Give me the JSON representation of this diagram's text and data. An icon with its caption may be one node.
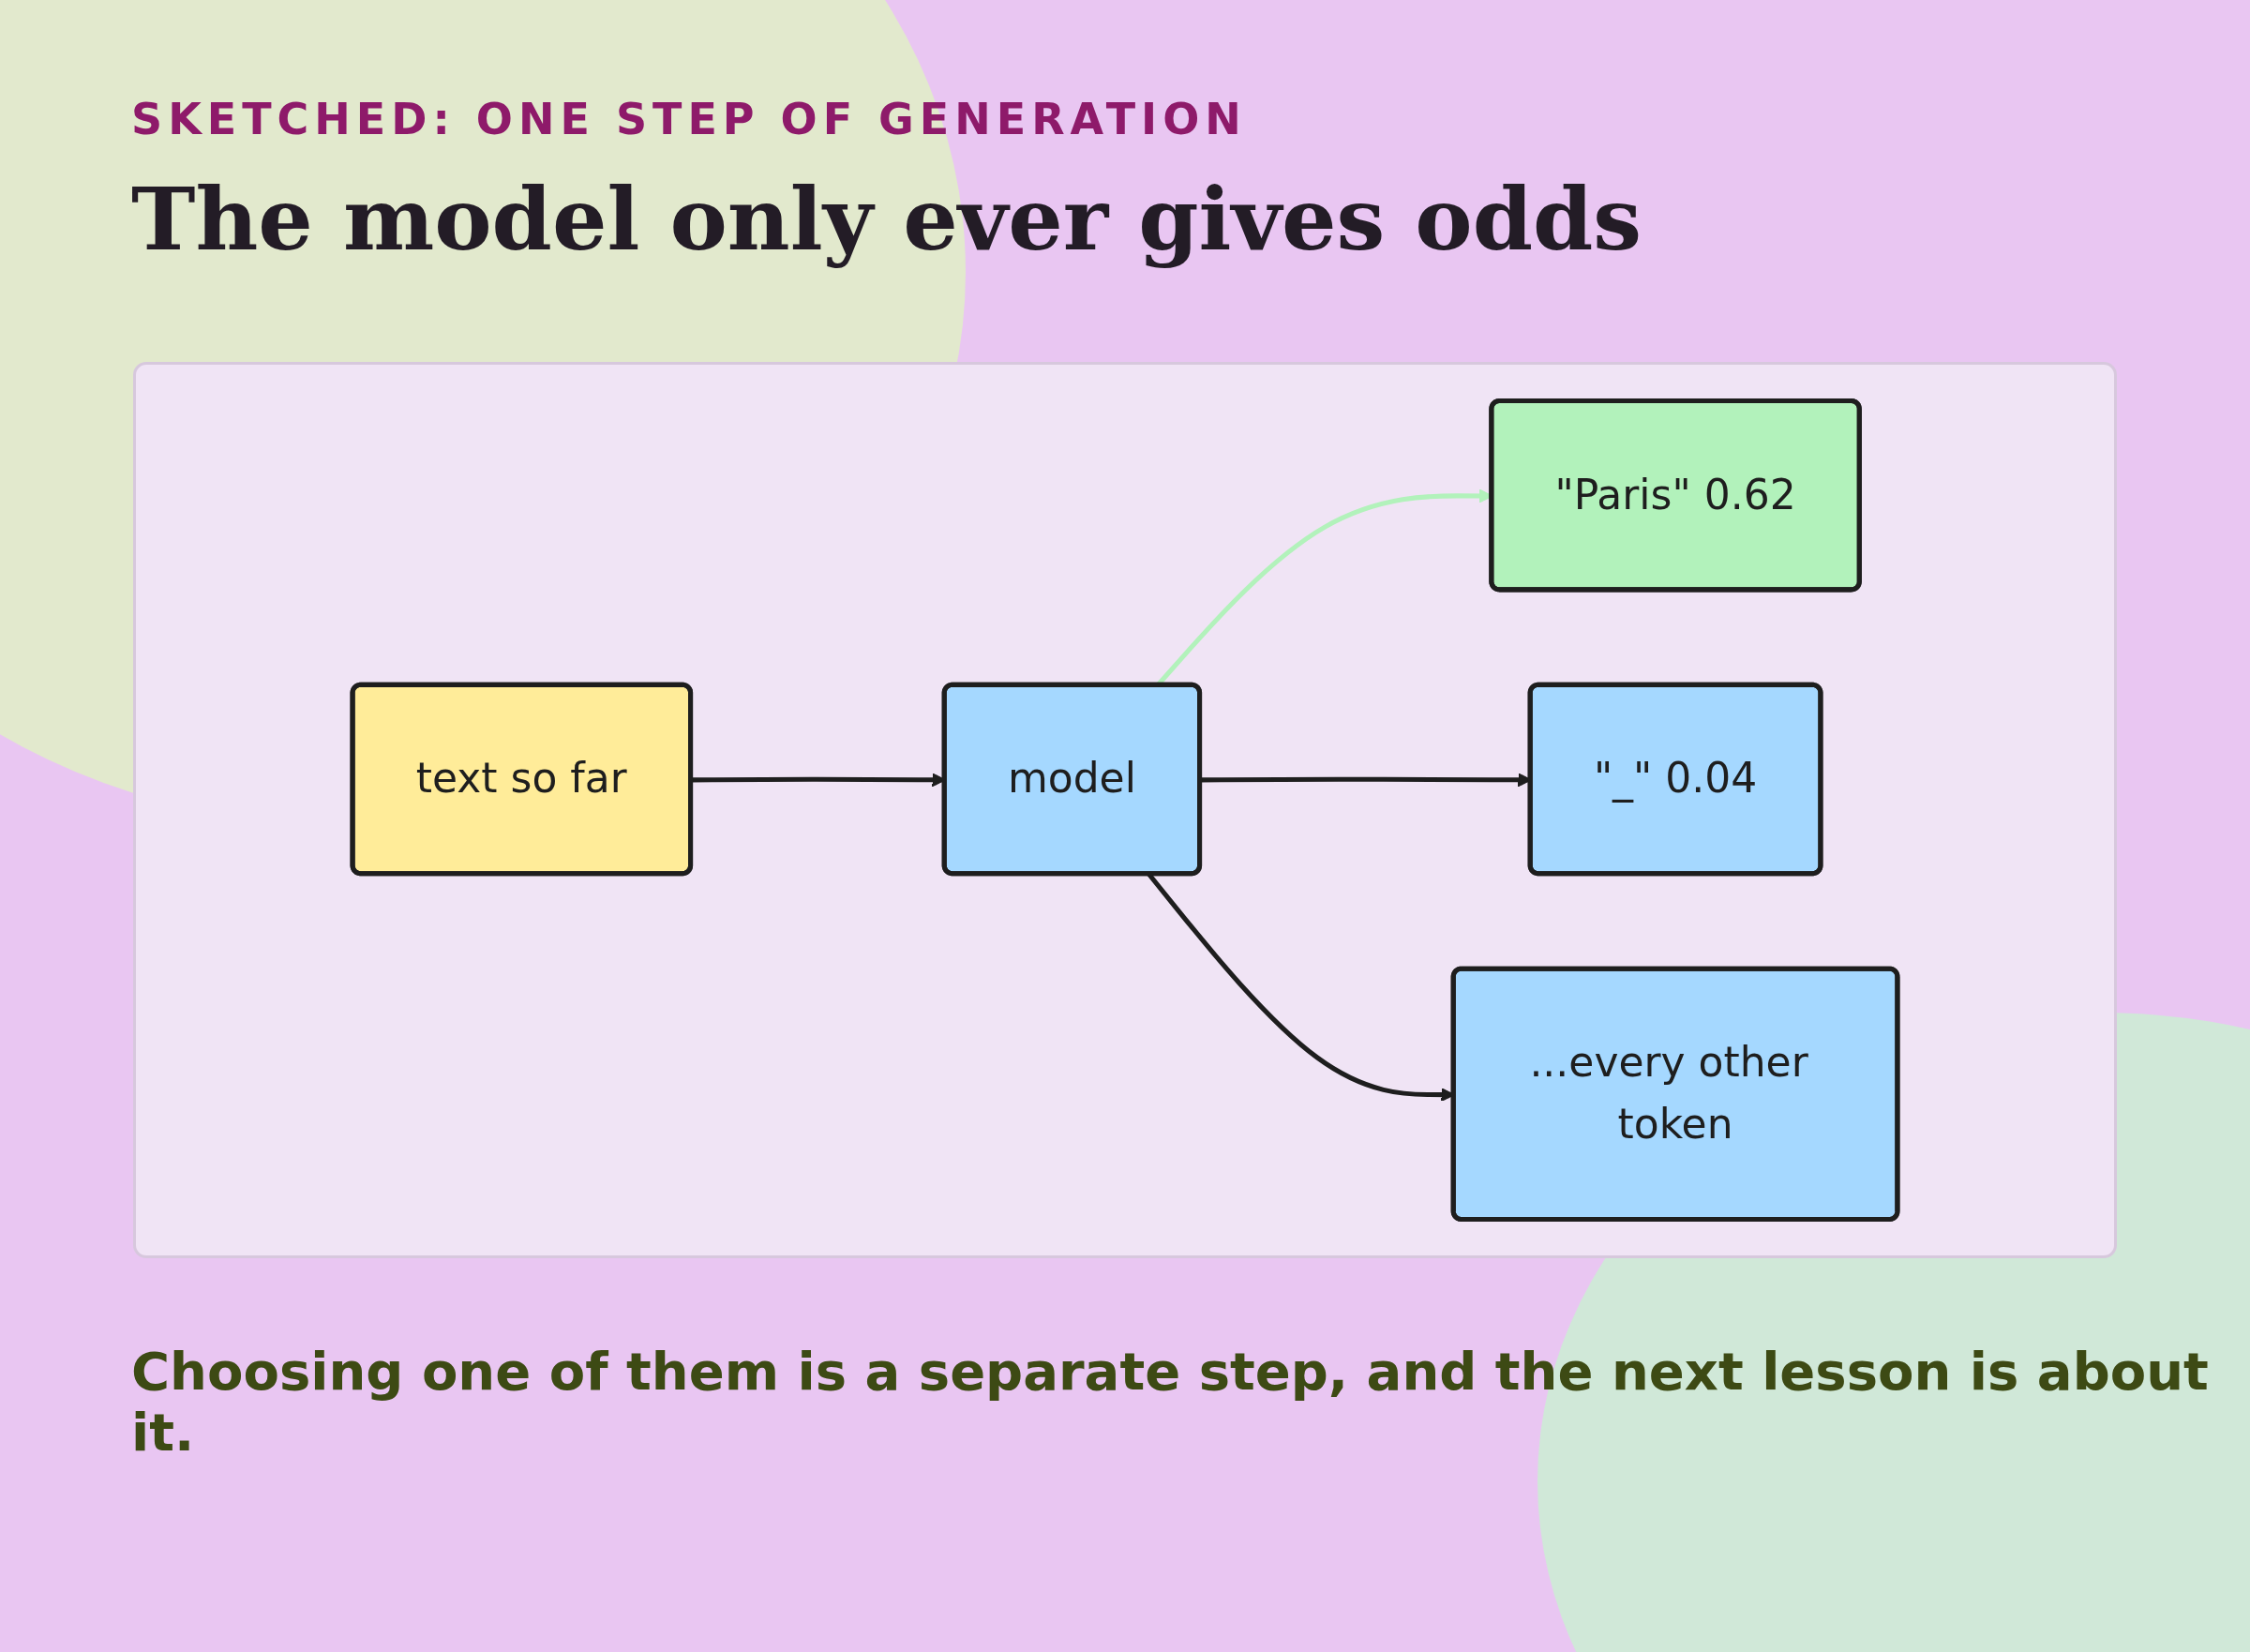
{
  "diagram": {
    "title": "The model only ever gives odds",
    "caption": "Choosing one of them is a separate step, and the next lesson is about it.",
    "nodes": [
      {
        "text": [
          "text so far"
        ]
      },
      {
        "text": [
          "model"
        ]
      },
      {
        "text": [
          "\"Paris\" 0.62"
        ]
      },
      {
        "text": [
          "\"_\" 0.04"
        ]
      },
      {
        "text": [
          "...every other token"
        ]
      }
    ],
    "edges": [
      {
        "from": 0,
        "to": 1,
        "arrow": "to"
      },
      {
        "from": 1,
        "to": 2,
        "arrow": "to",
        "color": "#b2f2bb"
      },
      {
        "from": 1,
        "to": 3,
        "arrow": "to"
      },
      {
        "from": 1,
        "to": 4,
        "arrow": "to"
      }
    ],
    "labels": [
      "SKETCHED: ONE STEP OF GENERATION"
    ]
  }
}
